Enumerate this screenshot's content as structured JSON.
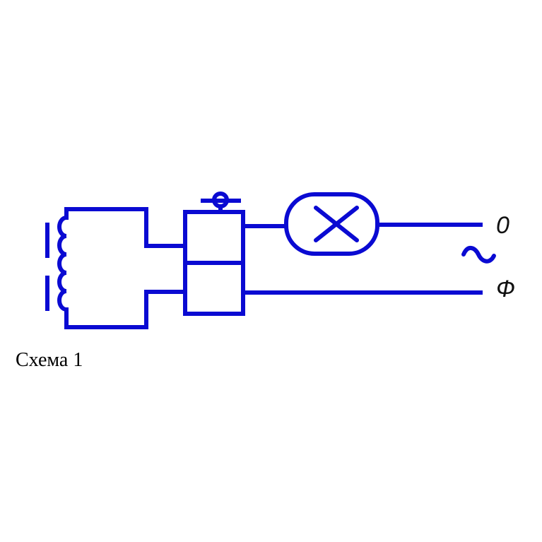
{
  "diagram": {
    "terminal_top_label": "0",
    "terminal_bottom_label": "Ф",
    "ac_symbol": "~",
    "caption": "Схема 1",
    "wire_color": "#0a0ad2",
    "components": {
      "inductor": "inductor-coil-icon",
      "switch": "push-button-switch-icon",
      "lamp": "lamp-icon",
      "ac_source": "ac-source-icon"
    }
  }
}
